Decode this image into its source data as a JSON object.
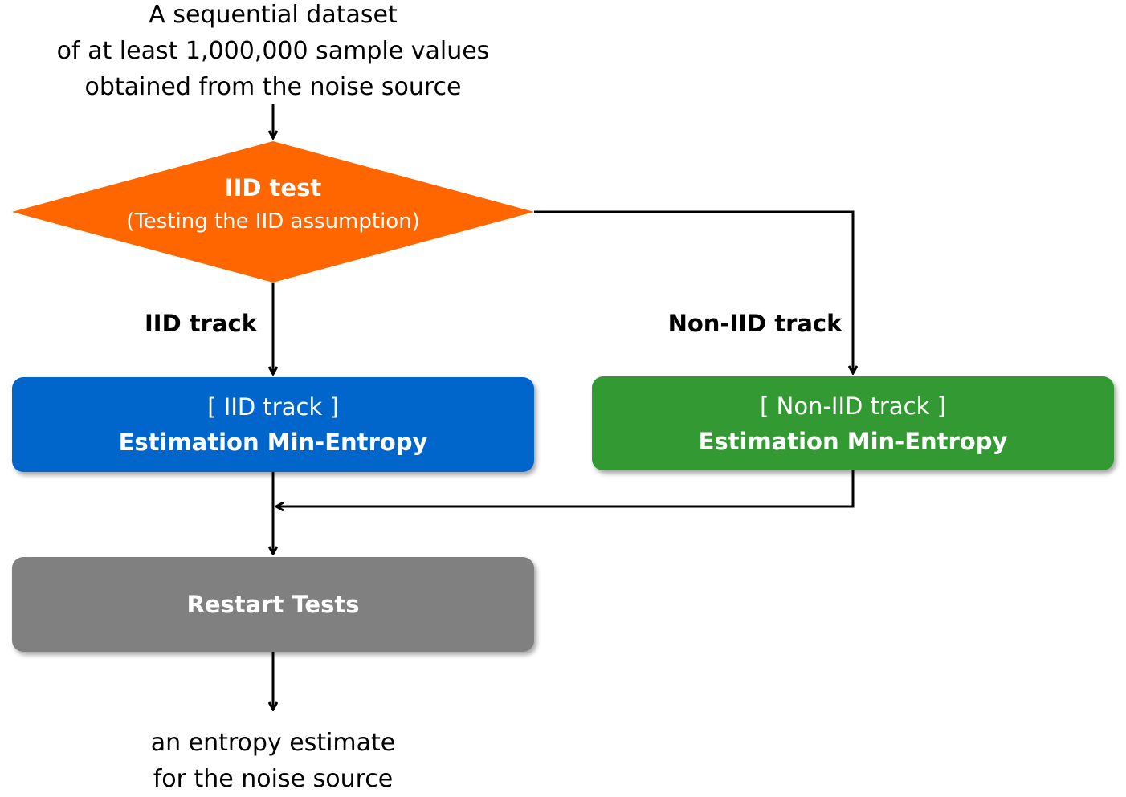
{
  "input": {
    "line1": "A sequential dataset",
    "line2": "of at least 1,000,000 sample values",
    "line3": "obtained from the noise source"
  },
  "decision": {
    "title": "IID test",
    "subtitle": "(Testing the IID assumption)",
    "color": "#ff6600"
  },
  "edges": {
    "iid_label": "IID track",
    "noniid_label": "Non-IID track"
  },
  "iid_box": {
    "line1": "[ IID track ]",
    "line2": "Estimation Min-Entropy",
    "color": "#0066cc"
  },
  "noniid_box": {
    "line1": "[ Non-IID track ]",
    "line2": "Estimation Min-Entropy",
    "color": "#339933"
  },
  "restart_box": {
    "label": "Restart Tests",
    "color": "#808080"
  },
  "output": {
    "line1": "an entropy estimate",
    "line2": "for the noise source"
  }
}
